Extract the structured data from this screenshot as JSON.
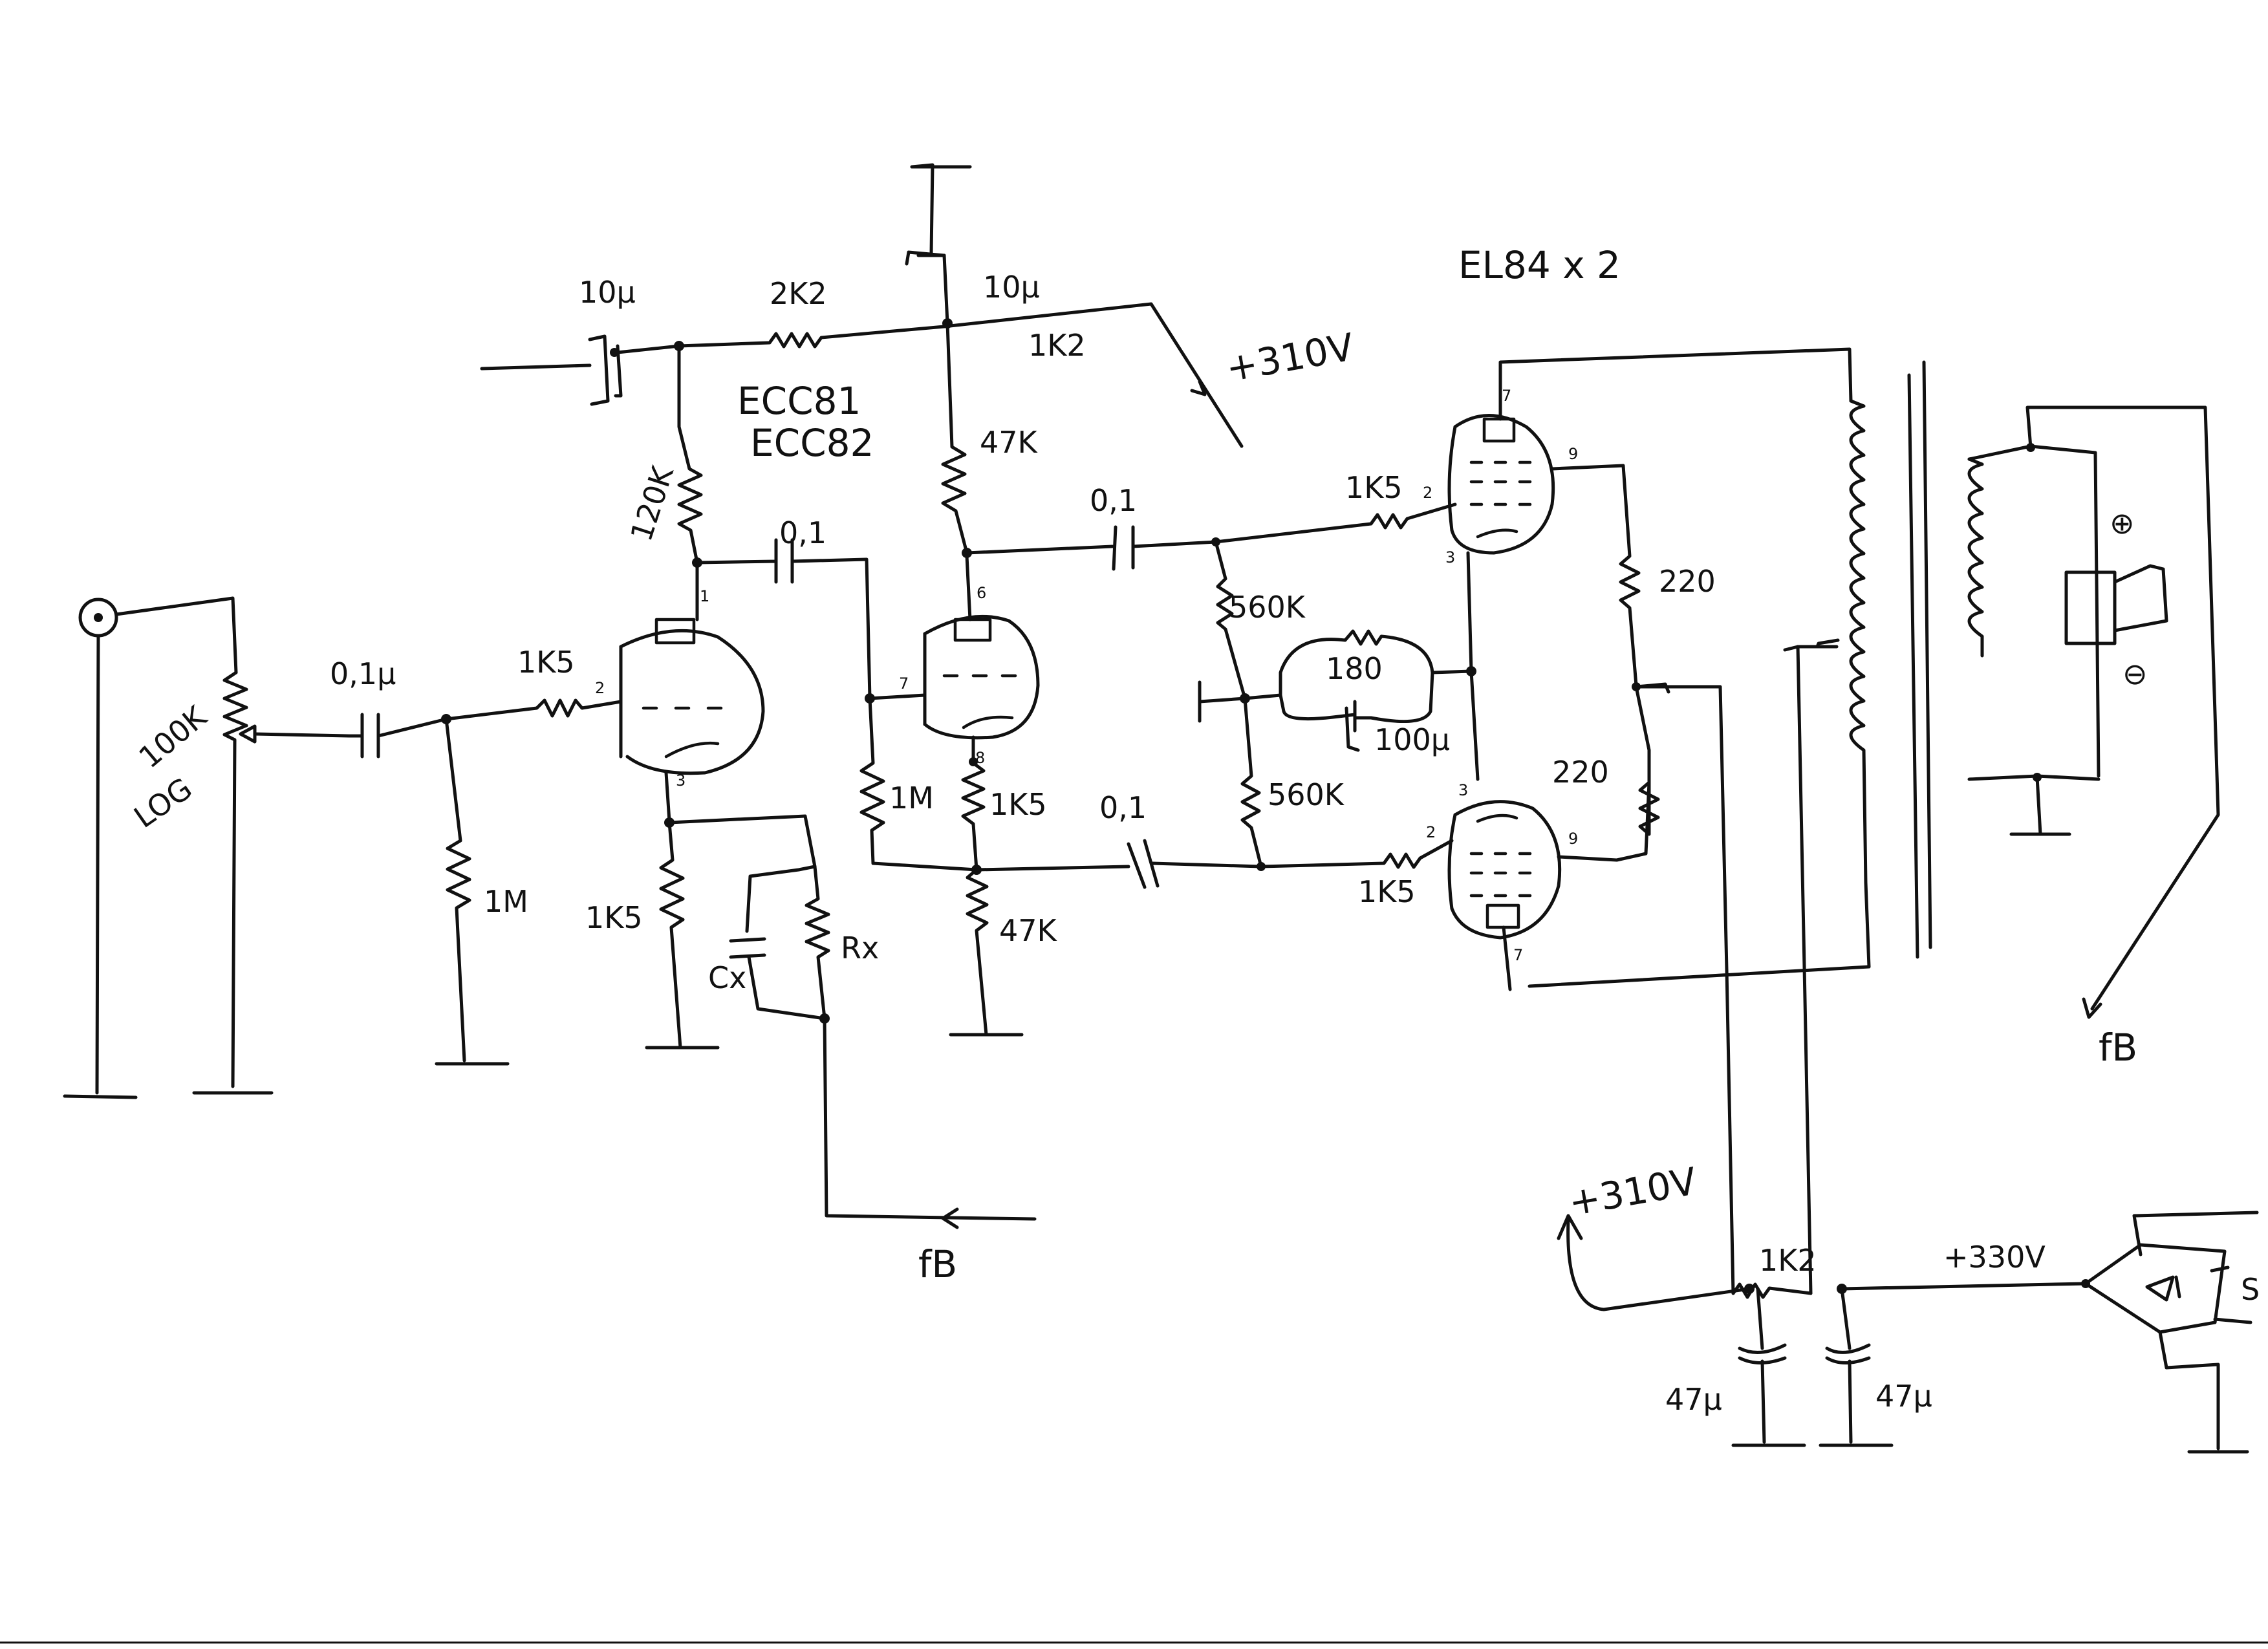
{
  "tubes": {
    "preamp_line1": "ECC81",
    "preamp_line2": "ECC82",
    "power": "EL84 x 2"
  },
  "supply": {
    "top_rail": "+310V",
    "rail_label": "+310V",
    "raw_dc": "+330V",
    "drop_resistor": "1K2",
    "filter_caps": [
      "47µ",
      "47µ"
    ],
    "rectifier_label": "S",
    "top_cap": "10µ",
    "top_res": "1K2"
  },
  "input": {
    "volume_pot": "100K",
    "volume_taper": "LOG",
    "coupling_cap": "0,1µ",
    "grid_leak": "1M"
  },
  "stage1": {
    "grid_stopper": "1K5",
    "plate_resistor": "120K",
    "decoupling_res": "2K2",
    "decoupling_cap": "10µ",
    "cathode_res": "1K5",
    "feedback_res": "Rx",
    "feedback_cap": "Cx",
    "coupling_cap": "0,1"
  },
  "pins": {
    "v1": [
      "1",
      "2",
      "3"
    ],
    "v2": [
      "6",
      "7",
      "8"
    ],
    "v3": [
      "7",
      "2",
      "3",
      "9"
    ],
    "v4": [
      "3",
      "2",
      "9",
      "7"
    ]
  },
  "phase_inverter": {
    "plate_res": "47K",
    "grid_res": "1M",
    "cathode_res": "1K5",
    "tail_res": "47K",
    "coupling_cap_top": "0,1",
    "coupling_cap_bottom": "0,1"
  },
  "output": {
    "grid_res_top": "560K",
    "grid_res_bottom": "560K",
    "bias_res": "180",
    "bias_cap": "100µ",
    "grid_stopper_top": "1K5",
    "grid_stopper_bottom": "1K5",
    "screen_res_top": "220",
    "screen_res_bottom": "220",
    "speaker_plus": "⊕",
    "speaker_minus": "⊖"
  },
  "feedback": {
    "label": "fB",
    "label2": "fB"
  }
}
